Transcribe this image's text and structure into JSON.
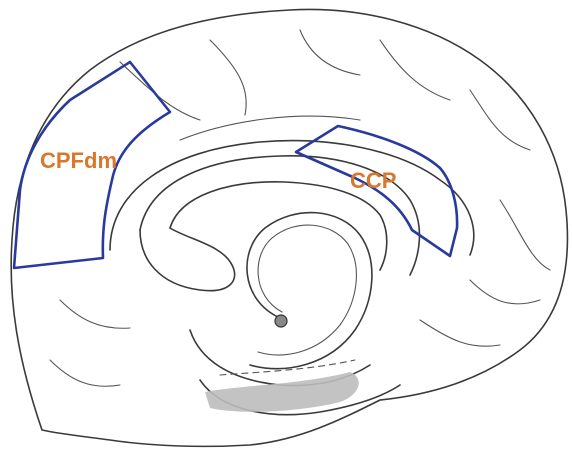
{
  "diagram": {
    "regions": [
      {
        "id": "dorsomedial-prefrontal",
        "label": "CPFdm"
      },
      {
        "id": "posterior-cingulate",
        "label": "CCP"
      }
    ],
    "colors": {
      "region_outline": "#2a3a9c",
      "label_text": "#d9772b",
      "sketch_lines": "#3a3a3a",
      "shaded_area": "#bdbdbd"
    }
  }
}
